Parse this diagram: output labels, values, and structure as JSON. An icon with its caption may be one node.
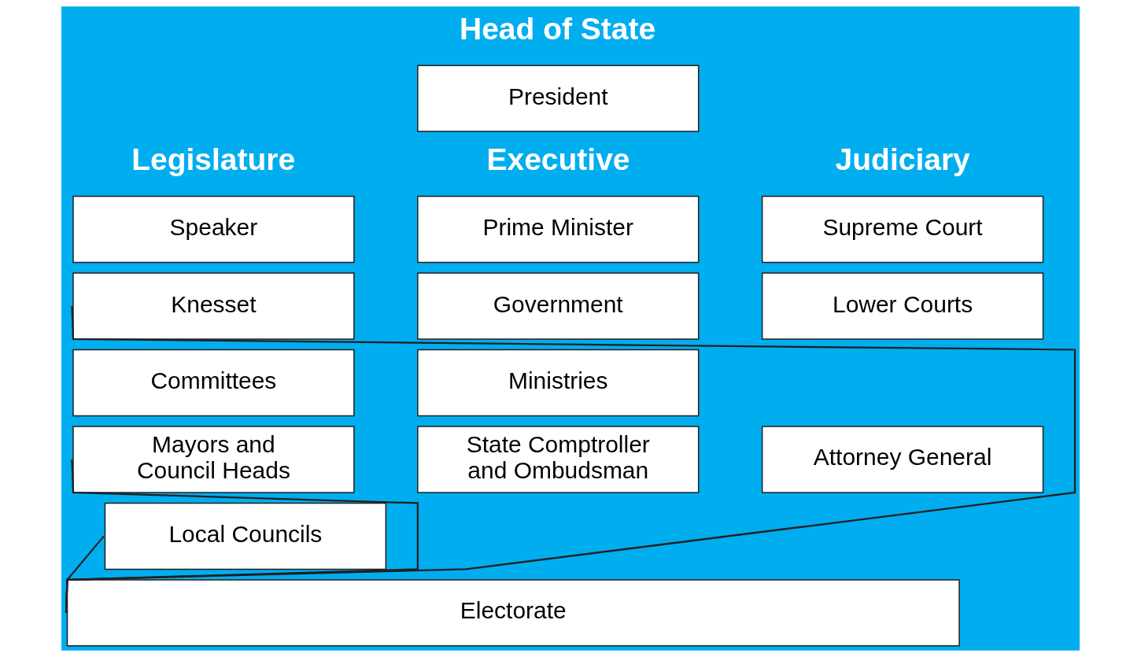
{
  "diagram": {
    "nodes": [
      {
        "text": [
          "President"
        ]
      },
      {
        "text": [
          "Speaker"
        ]
      },
      {
        "text": [
          "Prime Minister"
        ]
      },
      {
        "text": [
          "Supreme Court"
        ]
      },
      {
        "text": [
          "Knesset"
        ]
      },
      {
        "text": [
          "Government"
        ]
      },
      {
        "text": [
          "Lower Courts"
        ]
      },
      {
        "text": [
          "Committees"
        ]
      },
      {
        "text": [
          "Ministries"
        ]
      },
      {
        "text": [
          "Mayors and Council Heads"
        ]
      },
      {
        "text": [
          "State Comptroller and Ombudsman"
        ]
      },
      {
        "text": [
          "Attorney General"
        ]
      },
      {
        "text": [
          "Local Councils"
        ]
      },
      {
        "text": [
          "Electorate"
        ]
      }
    ],
    "edges": [
      {
        "from": 13,
        "to": 4,
        "arrow": "none"
      },
      {
        "from": 13,
        "to": 9,
        "arrow": "none"
      },
      {
        "from": 13,
        "to": 12,
        "arrow": "none"
      }
    ],
    "labels": [
      "Head of State",
      "Legislature",
      "Executive",
      "Judiciary"
    ]
  }
}
